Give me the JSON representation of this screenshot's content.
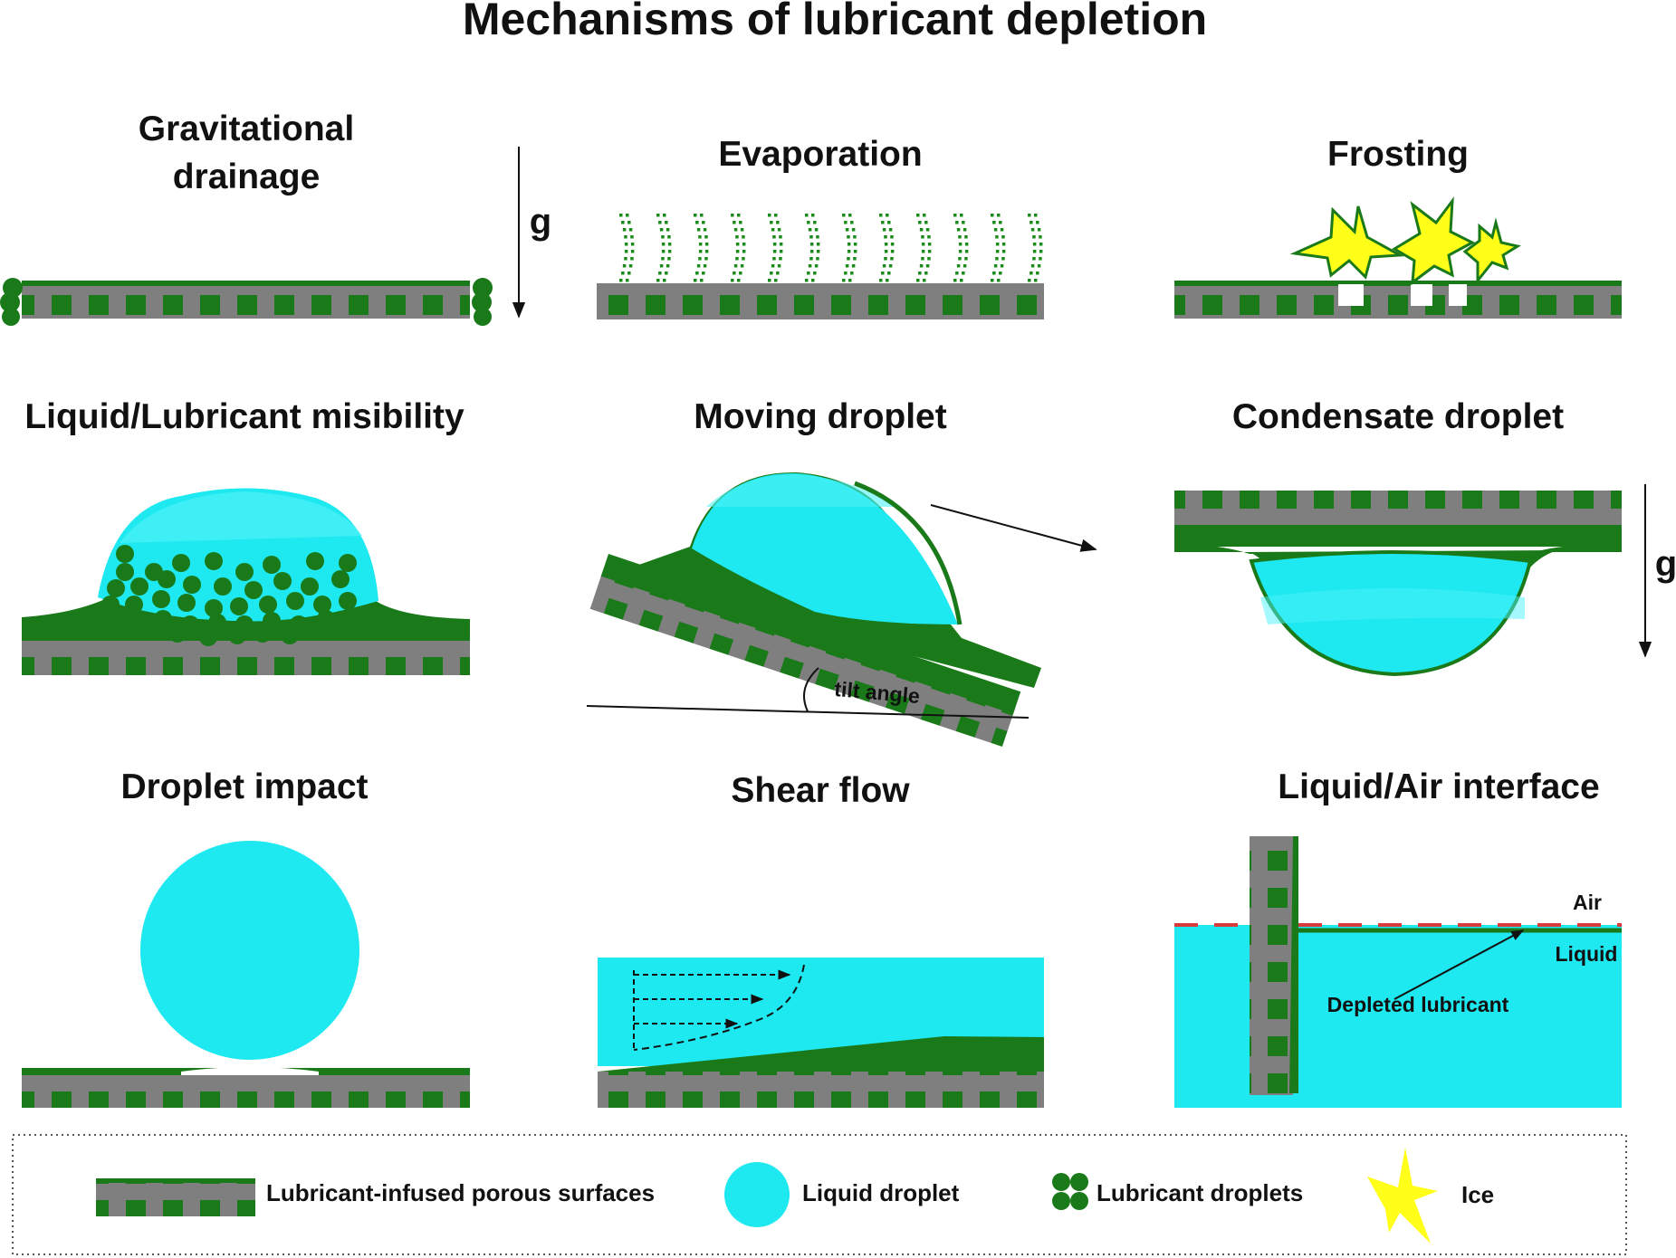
{
  "title": "Mechanisms of lubricant depletion",
  "panels": {
    "gravitational_line1": "Gravitational",
    "gravitational_line2": "drainage",
    "evaporation": "Evaporation",
    "frosting": "Frosting",
    "misibility": "Liquid/Lubricant misibility",
    "moving": "Moving droplet",
    "condensate": "Condensate droplet",
    "impact": "Droplet impact",
    "shear": "Shear flow",
    "interface": "Liquid/Air interface"
  },
  "annotations": {
    "g1": "g",
    "g2": "g",
    "tilt": "tilt angle",
    "air": "Air",
    "liquid": "Liquid",
    "depleted": "Depleted lubricant"
  },
  "legend": {
    "surface": "Lubricant-infused porous surfaces",
    "liquid_droplet": "Liquid droplet",
    "lubricant_droplets": "Lubricant droplets",
    "ice": "Ice"
  },
  "colors": {
    "lubricant": "#1a7a1a",
    "substrate": "#7f7f7f",
    "liquid": "#1ee8f0",
    "ice": "#ffff1a",
    "interface_dash": "#d93a3a"
  }
}
